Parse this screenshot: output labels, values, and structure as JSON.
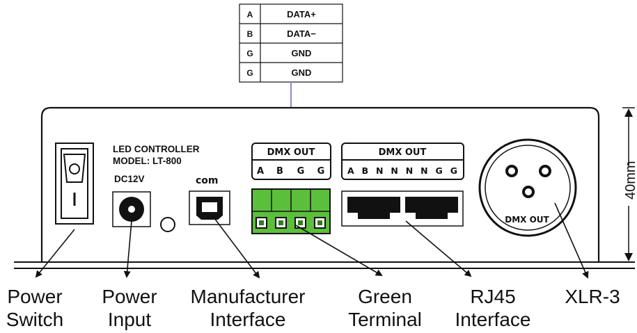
{
  "pin_table": [
    {
      "pin": "A",
      "signal": "DATA+"
    },
    {
      "pin": "B",
      "signal": "DATA−"
    },
    {
      "pin": "G",
      "signal": "GND"
    },
    {
      "pin": "G",
      "signal": "GND"
    }
  ],
  "device": {
    "title_line1": "LED CONTROLLER",
    "title_line2": "MODEL: LT-800",
    "power_label": "DC12V",
    "com_label": "com",
    "dmx_out_terminal": {
      "header": "DMX OUT",
      "pins": [
        "A",
        "B",
        "G",
        "G"
      ]
    },
    "dmx_out_rj45": {
      "header": "DMX OUT",
      "pins": "A B N N N N G G"
    },
    "xlr_label": "DMX OUT",
    "height_dim": "40mm"
  },
  "callouts": {
    "power_switch": [
      "Power",
      "Switch"
    ],
    "power_input": [
      "Power",
      "Input"
    ],
    "manufacturer_interface": [
      "Manufacturer",
      "Interface"
    ],
    "green_terminal": [
      "Green",
      "Terminal"
    ],
    "rj45_interface": [
      "RJ45",
      "Interface"
    ],
    "xlr3": [
      "XLR-3"
    ]
  },
  "colors": {
    "terminal_green": "#5cbf3c",
    "terminal_dark": "#2f7d1e",
    "arrow_lilac": "#8f88c8",
    "ink": "#111111"
  }
}
